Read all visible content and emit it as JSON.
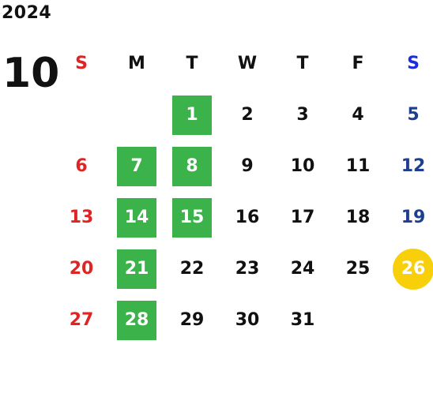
{
  "calendar": {
    "year": "2024",
    "month": "10",
    "weekdays": [
      "S",
      "M",
      "T",
      "W",
      "T",
      "F",
      "S"
    ],
    "weeks": [
      [
        "",
        "",
        "1",
        "2",
        "3",
        "4",
        "5"
      ],
      [
        "6",
        "7",
        "8",
        "9",
        "10",
        "11",
        "12"
      ],
      [
        "13",
        "14",
        "15",
        "16",
        "17",
        "18",
        "19"
      ],
      [
        "20",
        "21",
        "22",
        "23",
        "24",
        "25",
        "26"
      ],
      [
        "27",
        "28",
        "29",
        "30",
        "31",
        "",
        ""
      ]
    ],
    "highlighted_days": [
      "1",
      "7",
      "8",
      "14",
      "15",
      "21",
      "28"
    ],
    "today": "26",
    "colors": {
      "sunday": "#e02424",
      "saturday": "#1e3f8f",
      "highlight": "#3bb24a",
      "today": "#f7cf0a"
    }
  }
}
